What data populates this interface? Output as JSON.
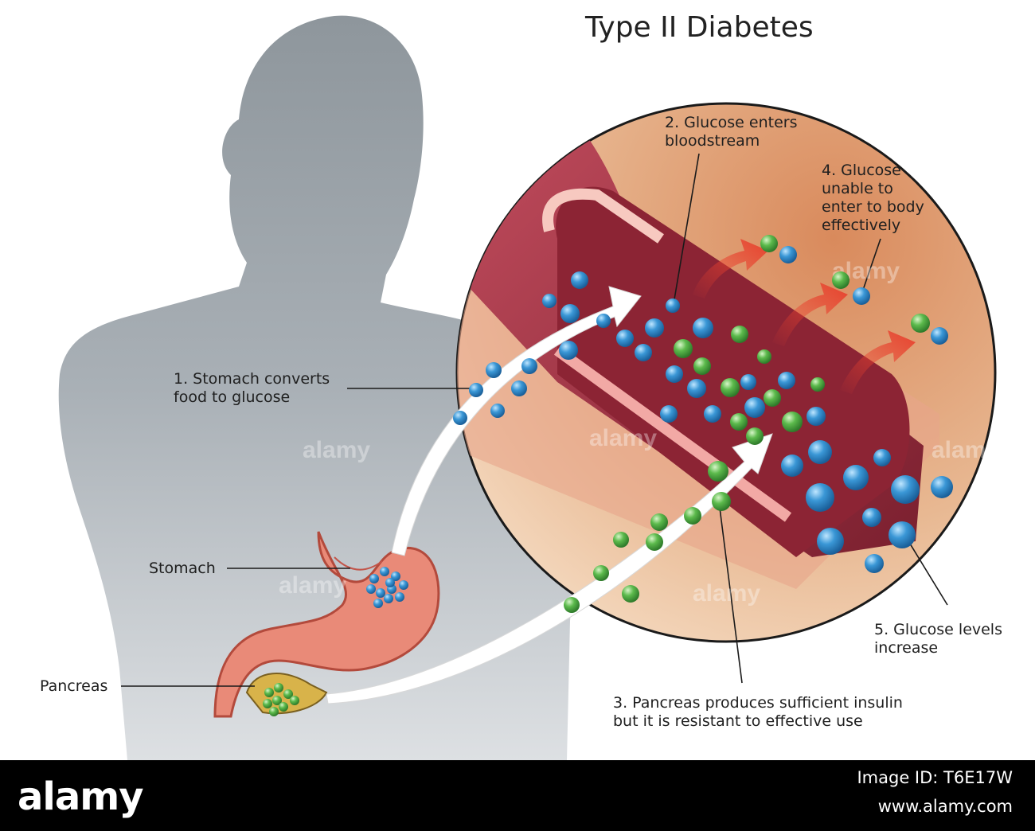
{
  "title": "Type II Diabetes",
  "labels": {
    "step1": "1. Stomach converts\nfood to glucose",
    "step2": "2. Glucose enters\nbloodstream",
    "step3": "3. Pancreas produces sufficient insulin\nbut it is resistant to effective use",
    "step4": "4. Glucose\nunable to\nenter to body\neffectively",
    "step5": "5. Glucose levels\nincrease",
    "stomach": "Stomach",
    "pancreas": "Pancreas"
  },
  "watermark": "alamy",
  "footer": {
    "logo": "alamy",
    "image_id": "Image ID: T6E17W",
    "url": "www.alamy.com"
  },
  "colors": {
    "silhouette": "#a4aab0",
    "zoom_circle": "#d9a07a",
    "glucose": "#2f86c6",
    "insulin": "#4fae47",
    "vessel": "#9b2f3e",
    "arrow": "#e8412e"
  }
}
